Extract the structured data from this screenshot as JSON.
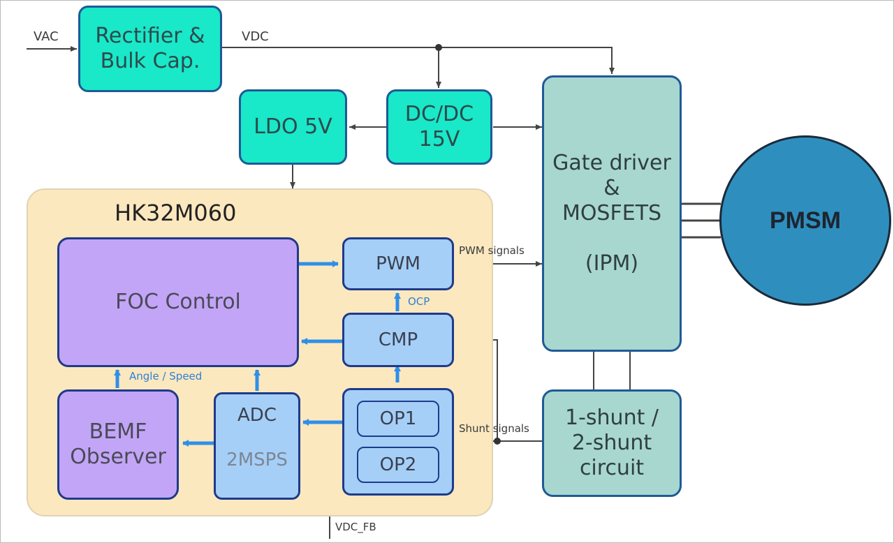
{
  "blocks": {
    "rectifier": [
      "Rectifier &",
      "Bulk Cap."
    ],
    "ldo": "LDO 5V",
    "dcdc": [
      "DC/DC",
      "15V"
    ],
    "gate_driver": [
      "Gate driver",
      "&",
      "MOSFETS",
      "",
      "(IPM)"
    ],
    "pmsm": "PMSM",
    "mcu_title": "HK32M060",
    "foc": "FOC Control",
    "pwm": "PWM",
    "cmp": "CMP",
    "bemf": [
      "BEMF",
      "Observer"
    ],
    "adc": [
      "ADC",
      "2MSPS"
    ],
    "op1": "OP1",
    "op2": "OP2",
    "shunt": [
      "1-shunt  /",
      "2-shunt",
      "circuit"
    ]
  },
  "signals": {
    "vac": "VAC",
    "vdc": "VDC",
    "pwm_signals": "PWM signals",
    "ocp": "OCP",
    "angle_speed": "Angle / Speed",
    "shunt_signals": "Shunt signals",
    "vdc_fb": "VDC_FB"
  },
  "colors": {
    "power_block": "#19e8c9",
    "ipm_block": "#a8d7cf",
    "mcu_bg": "#fbe8bf",
    "control_block": "#c3a5f7",
    "peripheral_block": "#a5cff7",
    "motor": "#2e8fbe",
    "internal_arrow": "#2f8fe8",
    "external_line": "#444444"
  }
}
